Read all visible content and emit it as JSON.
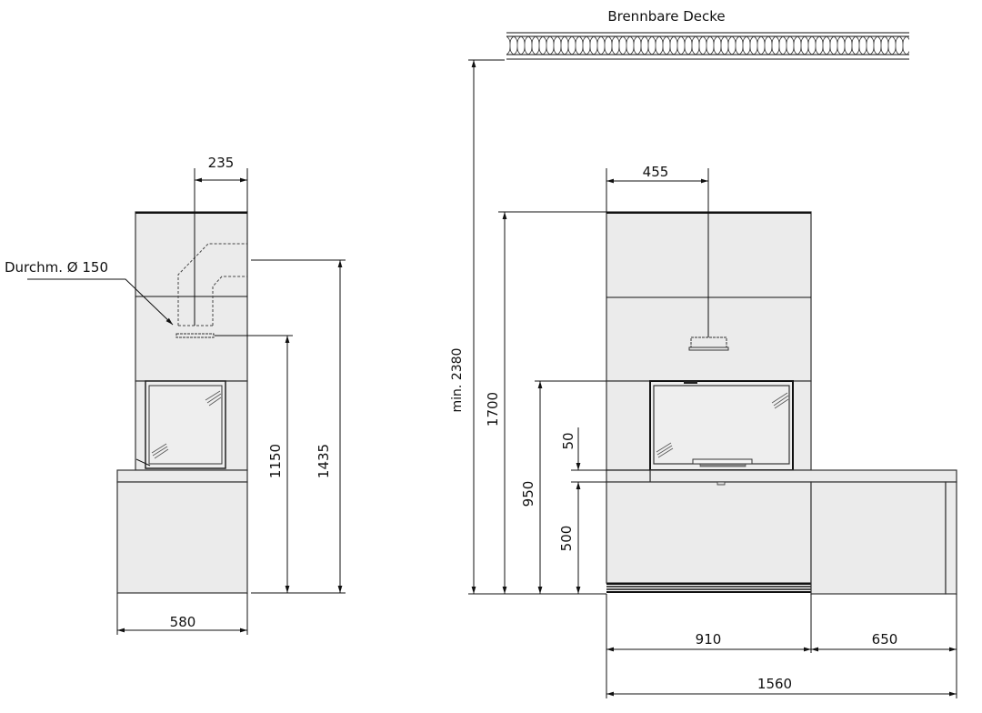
{
  "drawing": {
    "ceiling_label": "Brennbare Decke",
    "side_view": {
      "flue_diameter_label": "Durchm. Ø 150",
      "dimensions": {
        "flue_offset": "235",
        "flue_center_height": "1150",
        "rear_outlet_height": "1435",
        "depth": "580"
      }
    },
    "front_view": {
      "dimensions": {
        "flue_offset": "455",
        "min_ceiling_height": "min. 2380",
        "total_height": "1700",
        "firebox_top_height": "950",
        "bench_gap": "50",
        "bench_height": "500",
        "stove_width": "910",
        "bench_width": "650",
        "total_width": "1560"
      }
    },
    "colors": {
      "body_fill": "#ebebeb",
      "line": "#111111"
    }
  }
}
